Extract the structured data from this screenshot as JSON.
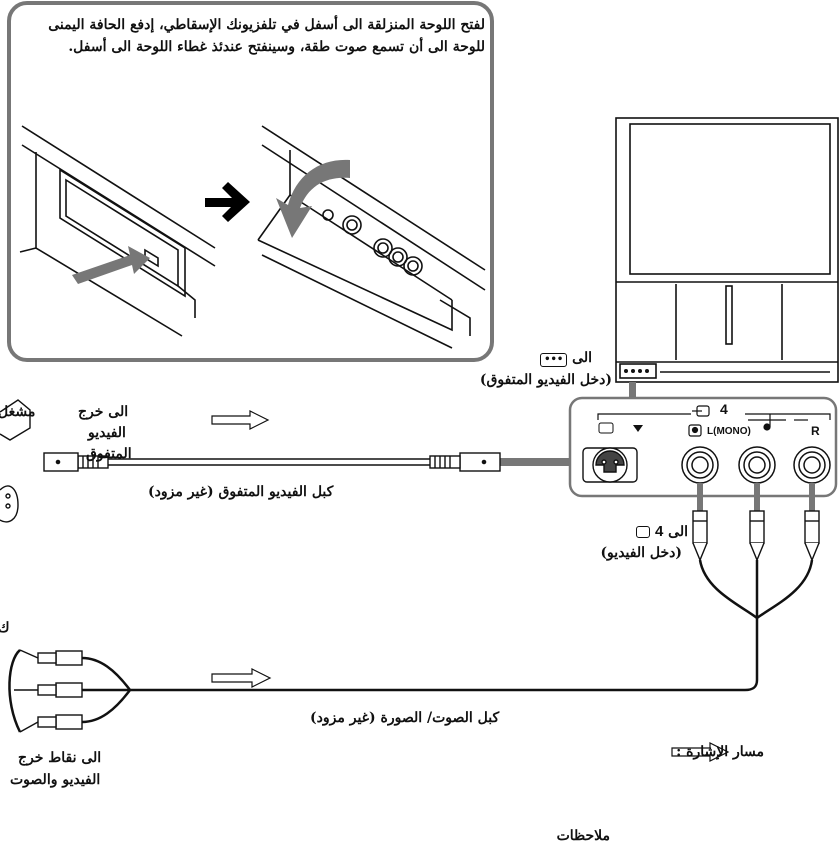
{
  "instruction_lines": [
    "لفتح اللوحة المنزلقة الى أسفل في تلفزيونك الإسقاطي، إدفع الحافة اليمنى",
    "للوحة الى أن تسمع صوت طقة، وسينفتح عندئذ غطاء اللوحة الى أسفل."
  ],
  "labels": {
    "to_svideo_prefix": "الى",
    "to_svideo_sub": "(دخل الفيديو المتفوق)",
    "svideo_out_l1": "الى خرج",
    "svideo_out_l2": "الفيديو",
    "svideo_out_l3": "المتفوق",
    "player_partial": "مشغل",
    "svideo_cable": "كبل الفيديو المتفوق (غير مزود)",
    "to_video4_prefix": "الى",
    "to_video4_num": "4",
    "to_video4_sub": "(دخل الفيديو)",
    "left_partial": "ك",
    "av_cable": "كبل الصوت/ الصورة (غير مزود)",
    "av_out_l1": "الى نقاط خرج",
    "av_out_l2": "الفيديو والصوت",
    "signal_path": "مسار الإشارة :",
    "notes": "ملاحظات"
  },
  "panel": {
    "input_num": "4",
    "audio_label": "L(MONO)",
    "right_label": "R"
  }
}
